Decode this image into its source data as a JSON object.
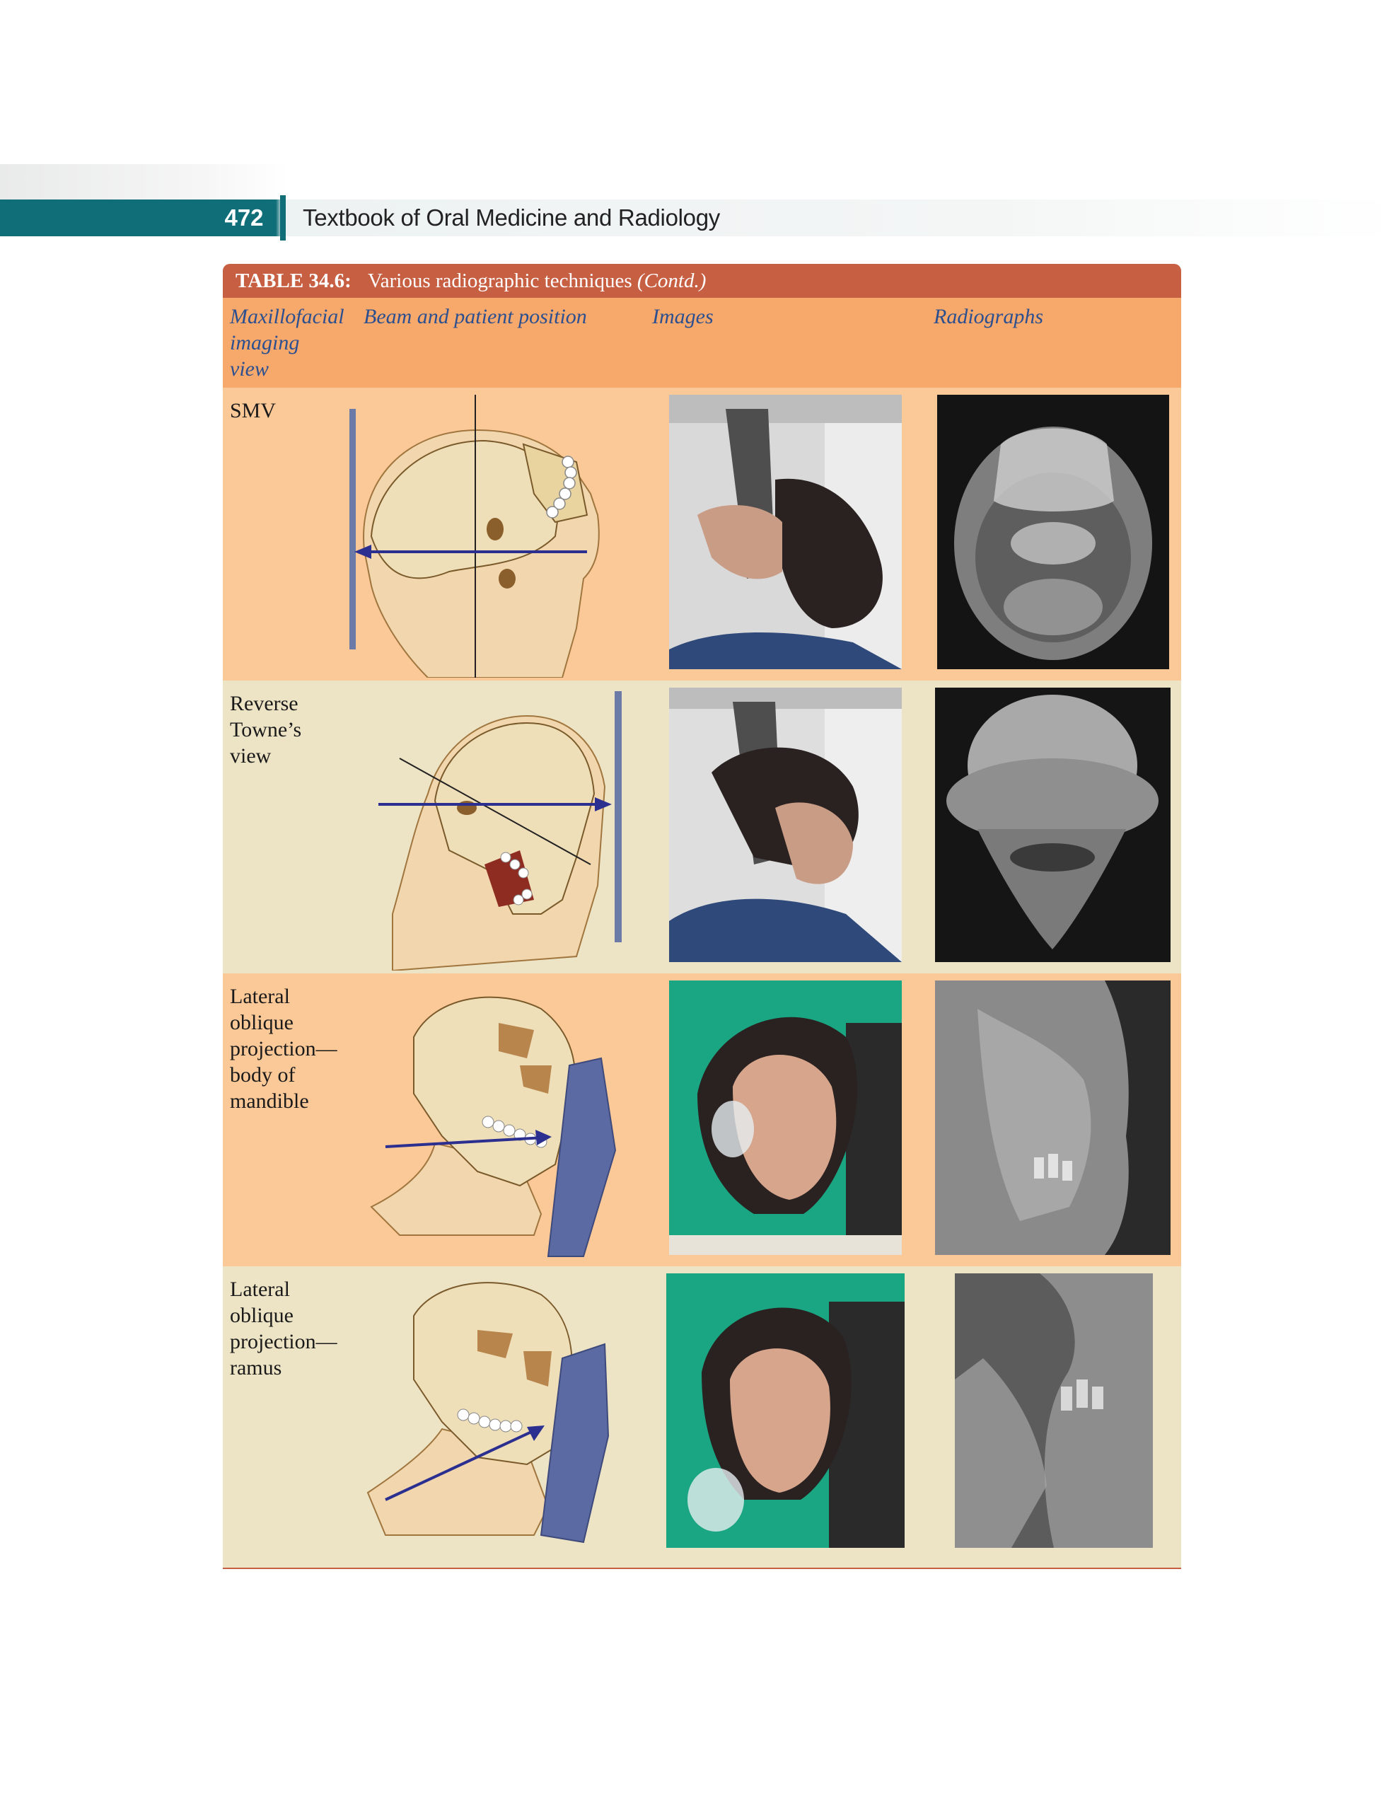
{
  "header": {
    "page_number": "472",
    "book_title": "Textbook of Oral Medicine and Radiology"
  },
  "table": {
    "label": "TABLE 34.6:",
    "title": "Various radiographic techniques",
    "title_suffix": "(Contd.)",
    "columns": {
      "view": "Maxillofacial imaging view",
      "view_lines": [
        "Maxillofacial",
        "imaging",
        "view"
      ],
      "position": "Beam and patient position",
      "images": "Images",
      "radiographs": "Radiographs"
    },
    "rows": [
      {
        "view": "SMV",
        "view_lines": [
          "SMV"
        ]
      },
      {
        "view": "Reverse Towne's view",
        "view_lines": [
          "Reverse",
          "Towne’s",
          "view"
        ]
      },
      {
        "view": "Lateral oblique projection—body of mandible",
        "view_lines": [
          "Lateral",
          "oblique",
          "projection—",
          "body of",
          "mandible"
        ]
      },
      {
        "view": "Lateral oblique projection—ramus",
        "view_lines": [
          "Lateral",
          "oblique",
          "projection—",
          "ramus"
        ]
      }
    ]
  },
  "colors": {
    "header_teal": "#0f6e78",
    "title_bar": "#c75f43",
    "column_header_bg": "#f7a96c",
    "row_peach": "#fbc998",
    "row_beige": "#ede3c5",
    "header_text_blue": "#2c4f8f"
  }
}
